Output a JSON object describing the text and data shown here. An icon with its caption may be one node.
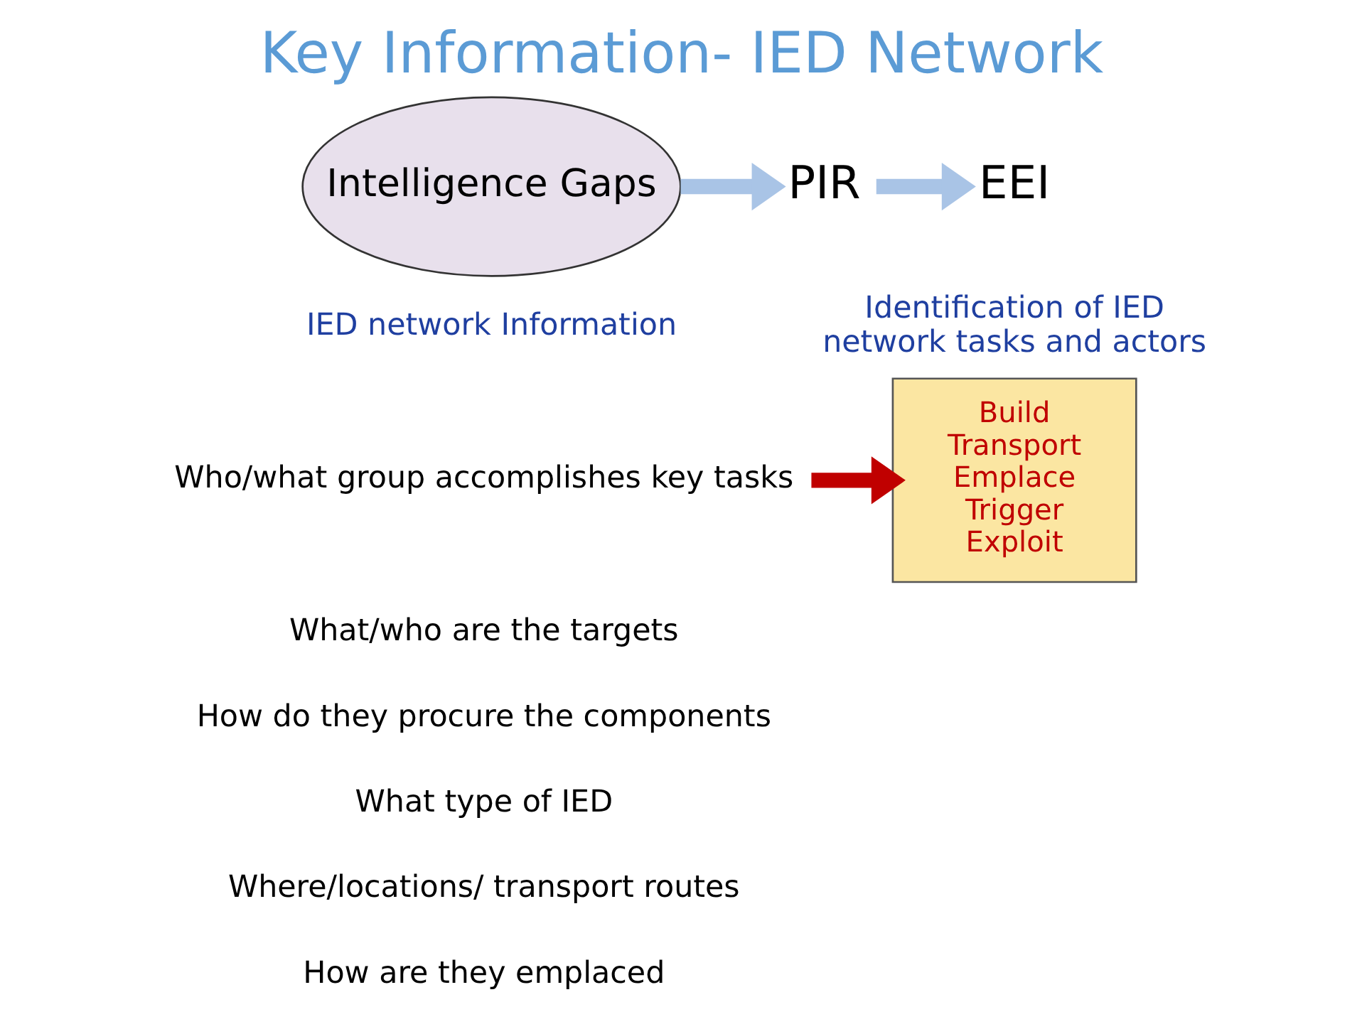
{
  "diagram": {
    "title": "Key Information- IED Network",
    "nodes": [
      {
        "text": [
          "Intelligence Gaps"
        ],
        "beside": [
          "IED network Information"
        ]
      },
      {
        "text": [
          "PIR"
        ]
      },
      {
        "text": [
          "EEI"
        ]
      },
      {
        "text": [
          "Who/what group accomplishes key tasks"
        ]
      },
      {
        "text": [
          "Build",
          "Transport",
          "Emplace",
          "Trigger",
          "Exploit"
        ]
      }
    ],
    "edges": [
      {
        "from": 0,
        "to": 1,
        "arrow": "to"
      },
      {
        "from": 1,
        "to": 2,
        "arrow": "to"
      },
      {
        "from": 3,
        "to": 4,
        "arrow": "to",
        "color": "#c00000"
      }
    ],
    "labels": [
      "Identification of IED network tasks and actors",
      "What/who are the targets",
      "How do they procure the components",
      "What type of IED",
      "Where/locations/ transport routes",
      "How are they emplaced"
    ]
  }
}
